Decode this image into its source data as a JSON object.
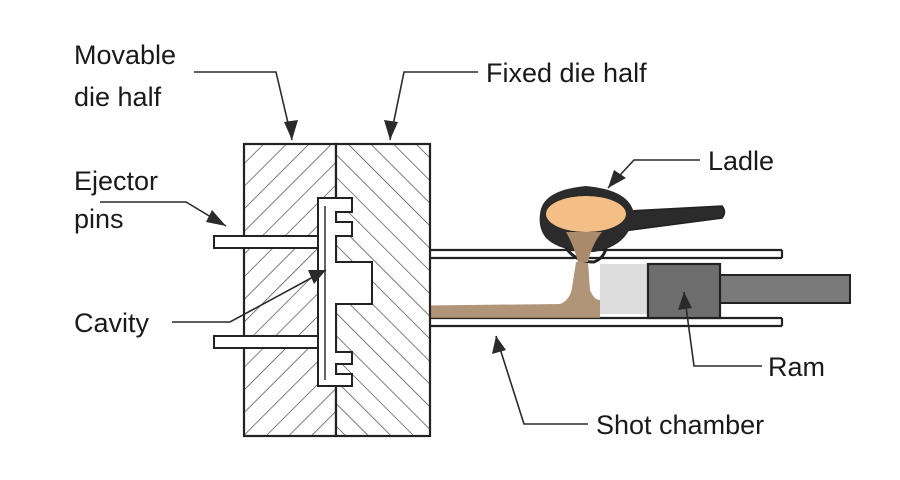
{
  "labels": {
    "movable_die_half": [
      "Movable",
      "die half"
    ],
    "fixed_die_half": "Fixed die half",
    "ejector_pins": [
      "Ejector",
      "pins"
    ],
    "cavity": "Cavity",
    "ladle": "Ladle",
    "ram": "Ram",
    "shot_chamber": "Shot chamber"
  },
  "colors": {
    "molten_metal": "#f4bf86",
    "metal_stream": "#a98a6a",
    "ram": "#6e6e6e",
    "plunger_rod": "#7a7a7a",
    "ladle": "#2b2b2b",
    "chamber_fill": "#dcdcdc",
    "background": "#ffffff"
  }
}
